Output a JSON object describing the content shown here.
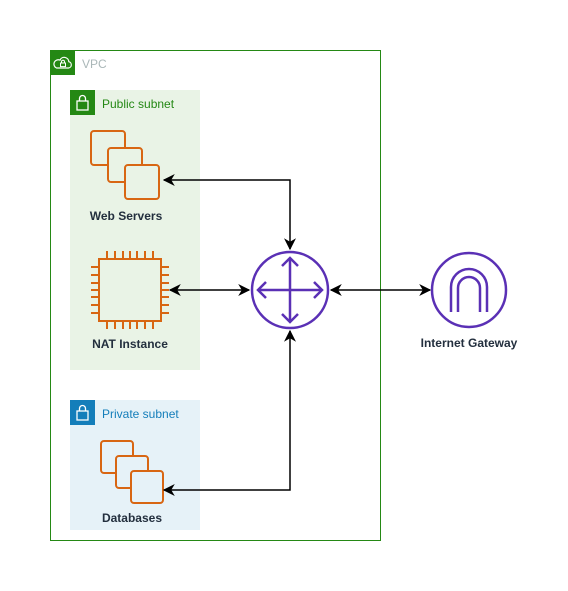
{
  "vpc": {
    "label": "VPC",
    "border_color": "#248814"
  },
  "public_subnet": {
    "label": "Public subnet",
    "color": "#248814",
    "fill": "#E9F3E6"
  },
  "private_subnet": {
    "label": "Private subnet",
    "color": "#147EBA",
    "fill": "#E6F2F8"
  },
  "nodes": {
    "web_servers": {
      "label": "Web Servers",
      "icon": "ec2-instances-icon",
      "color": "#D86613"
    },
    "nat_instance": {
      "label": "NAT Instance",
      "icon": "chip-icon",
      "color": "#D86613"
    },
    "databases": {
      "label": "Databases",
      "icon": "db-instances-icon",
      "color": "#D86613"
    },
    "router": {
      "label": "",
      "icon": "router-icon",
      "color": "#5A30B5"
    },
    "internet_gateway": {
      "label": "Internet Gateway",
      "icon": "internet-gateway-icon",
      "color": "#5A30B5"
    }
  },
  "edges": [
    {
      "from": "router",
      "to": "web_servers",
      "bidirectional": true
    },
    {
      "from": "router",
      "to": "nat_instance",
      "bidirectional": true
    },
    {
      "from": "router",
      "to": "databases",
      "bidirectional": true
    },
    {
      "from": "router",
      "to": "internet_gateway",
      "bidirectional": true
    }
  ]
}
